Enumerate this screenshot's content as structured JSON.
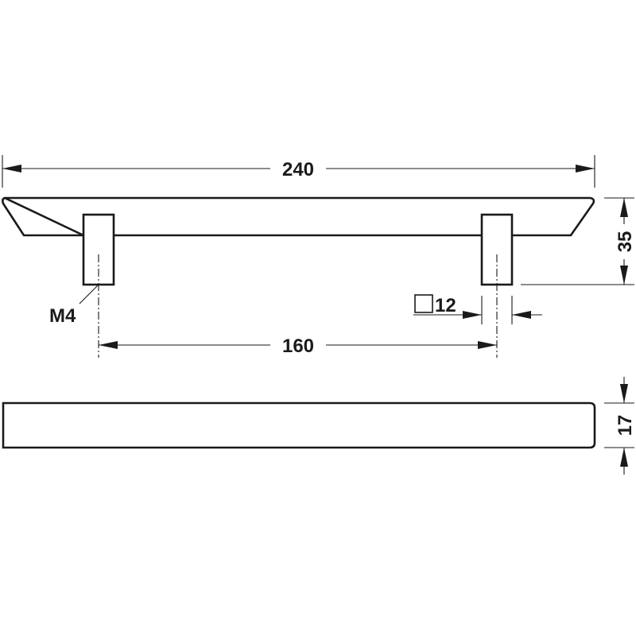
{
  "dimensions": {
    "overall_length": "240",
    "hole_spacing": "160",
    "height": "35",
    "thread": "M4",
    "post_square_size": "12",
    "bar_thickness": "17"
  },
  "colors": {
    "line": "#1a1a1a",
    "background": "#ffffff"
  }
}
